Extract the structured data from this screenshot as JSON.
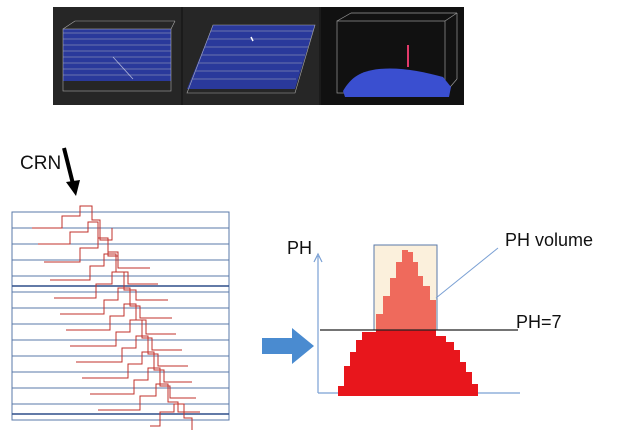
{
  "labels": {
    "crn": "CRN",
    "ph_axis": "PH",
    "ph_volume": "PH volume",
    "ph_threshold": "PH=7"
  },
  "colors": {
    "panel_background": "#1b1b1b",
    "point_cloud_blue": "#3a4fd0",
    "trace_red": "#c0312b",
    "histogram_red": "#e8161c",
    "histogram_light_red": "#ef6a5c",
    "highlight_cream": "#fbf0dc",
    "axis_blue": "#7aa0d4",
    "arrow_blue": "#4a8bd0"
  },
  "icons": [
    "black-down-arrow",
    "blue-right-arrow",
    "axis-arrow"
  ]
}
